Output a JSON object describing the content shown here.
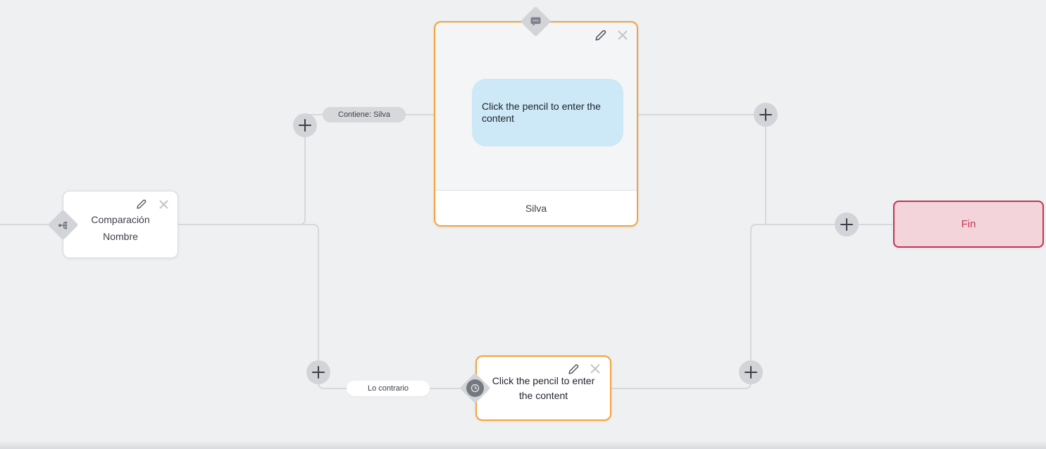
{
  "canvas": {
    "background_color": "#eef0f2",
    "connector_color": "#d7d8db"
  },
  "nodes": {
    "comparacion": {
      "title": "Comparación",
      "subtitle": "Nombre",
      "type_icon": "branch-icon"
    },
    "message": {
      "bubble_text": "Click the pencil to enter the content",
      "footer_label": "Silva",
      "type_icon": "chat-icon",
      "accent_color": "#f5a23a",
      "bubble_color": "#cde8f6"
    },
    "action": {
      "placeholder_text": "Click the pencil to enter the content",
      "type_icon": "clock-icon",
      "accent_color": "#f5a23a"
    },
    "end": {
      "label": "Fin",
      "border_color": "#c43552",
      "background_color": "#f3d4da"
    }
  },
  "edges": {
    "condition_label": "Contiene: Silva",
    "else_label": "Lo contrario"
  }
}
